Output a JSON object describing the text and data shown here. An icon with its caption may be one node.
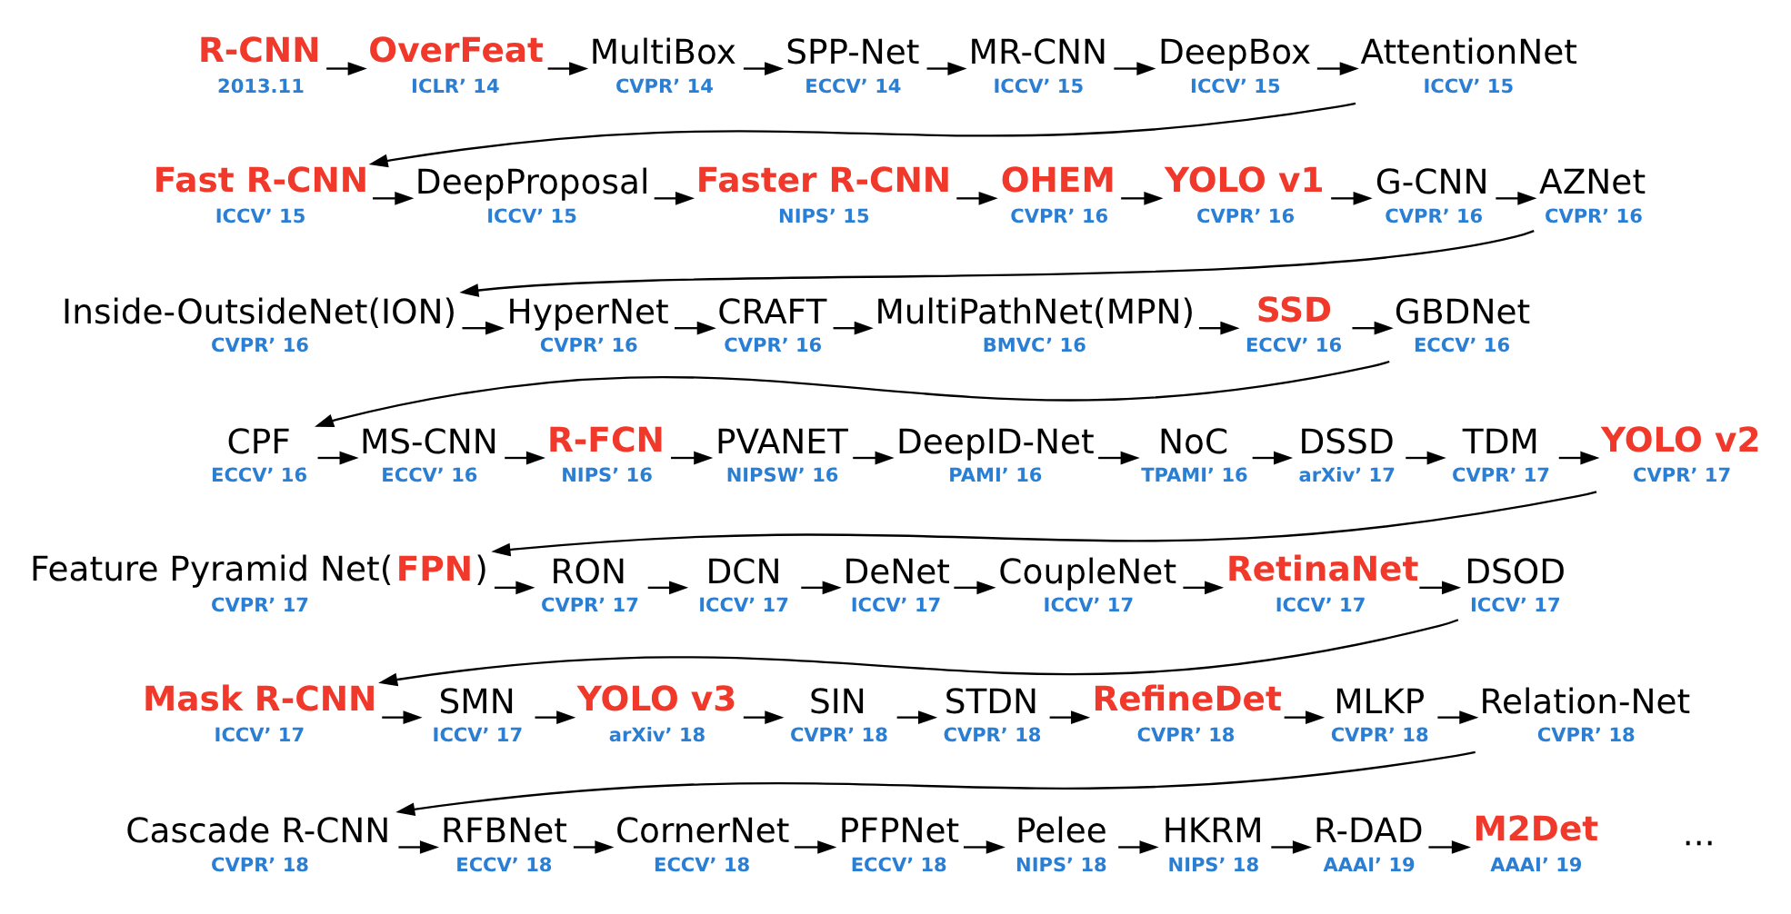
{
  "diagram": {
    "nodes": [
      {
        "text": [
          "R-CNN"
        ],
        "beside": [
          "2013.11"
        ]
      },
      {
        "text": [
          "OverFeat"
        ],
        "beside": [
          "ICLR’ 14"
        ]
      },
      {
        "text": [
          "MultiBox"
        ],
        "beside": [
          "CVPR’ 14"
        ]
      },
      {
        "text": [
          "SPP-Net"
        ],
        "beside": [
          "ECCV’ 14"
        ]
      },
      {
        "text": [
          "MR-CNN"
        ],
        "beside": [
          "ICCV’ 15"
        ]
      },
      {
        "text": [
          "DeepBox"
        ],
        "beside": [
          "ICCV’ 15"
        ]
      },
      {
        "text": [
          "AttentionNet"
        ],
        "beside": [
          "ICCV’ 15"
        ]
      },
      {
        "text": [
          "Fast R-CNN"
        ],
        "beside": [
          "ICCV’ 15"
        ]
      },
      {
        "text": [
          "DeepProposal"
        ],
        "beside": [
          "ICCV’ 15"
        ]
      },
      {
        "text": [
          "Faster R-CNN"
        ],
        "beside": [
          "NIPS’ 15"
        ]
      },
      {
        "text": [
          "OHEM"
        ],
        "beside": [
          "CVPR’ 16"
        ]
      },
      {
        "text": [
          "YOLO v1"
        ],
        "beside": [
          "CVPR’ 16"
        ]
      },
      {
        "text": [
          "G-CNN"
        ],
        "beside": [
          "CVPR’ 16"
        ]
      },
      {
        "text": [
          "AZNet"
        ],
        "beside": [
          "CVPR’ 16"
        ]
      },
      {
        "text": [
          "Inside-OutsideNet(ION)"
        ],
        "beside": [
          "CVPR’ 16"
        ]
      },
      {
        "text": [
          "HyperNet"
        ],
        "beside": [
          "CVPR’ 16"
        ]
      },
      {
        "text": [
          "CRAFT"
        ],
        "beside": [
          "CVPR’ 16"
        ]
      },
      {
        "text": [
          "MultiPathNet(MPN)"
        ],
        "beside": [
          "BMVC’ 16"
        ]
      },
      {
        "text": [
          "SSD"
        ],
        "beside": [
          "ECCV’ 16"
        ]
      },
      {
        "text": [
          "GBDNet"
        ],
        "beside": [
          "ECCV’ 16"
        ]
      },
      {
        "text": [
          "CPF"
        ],
        "beside": [
          "ECCV’ 16"
        ]
      },
      {
        "text": [
          "MS-CNN"
        ],
        "beside": [
          "ECCV’ 16"
        ]
      },
      {
        "text": [
          "R-FCN"
        ],
        "beside": [
          "NIPS’ 16"
        ]
      },
      {
        "text": [
          "PVANET"
        ],
        "beside": [
          "NIPSW’ 16"
        ]
      },
      {
        "text": [
          "DeepID-Net"
        ],
        "beside": [
          "PAMI’ 16"
        ]
      },
      {
        "text": [
          "NoC"
        ],
        "beside": [
          "TPAMI’ 16"
        ]
      },
      {
        "text": [
          "DSSD"
        ],
        "beside": [
          "arXiv’ 17"
        ]
      },
      {
        "text": [
          "TDM"
        ],
        "beside": [
          "CVPR’ 17"
        ]
      },
      {
        "text": [
          "YOLO v2"
        ],
        "beside": [
          "CVPR’ 17"
        ]
      },
      {
        "text": [
          "Feature Pyramid Net(FPN)"
        ],
        "beside": [
          "CVPR’ 17"
        ]
      },
      {
        "text": [
          "RON"
        ],
        "beside": [
          "CVPR’ 17"
        ]
      },
      {
        "text": [
          "DCN"
        ],
        "beside": [
          "ICCV’ 17"
        ]
      },
      {
        "text": [
          "DeNet"
        ],
        "beside": [
          "ICCV’ 17"
        ]
      },
      {
        "text": [
          "CoupleNet"
        ],
        "beside": [
          "ICCV’ 17"
        ]
      },
      {
        "text": [
          "RetinaNet"
        ],
        "beside": [
          "ICCV’ 17"
        ]
      },
      {
        "text": [
          "DSOD"
        ],
        "beside": [
          "ICCV’ 17"
        ]
      },
      {
        "text": [
          "Mask R-CNN"
        ],
        "beside": [
          "ICCV’ 17"
        ]
      },
      {
        "text": [
          "SMN"
        ],
        "beside": [
          "ICCV’ 17"
        ]
      },
      {
        "text": [
          "YOLO v3"
        ],
        "beside": [
          "arXiv’ 18"
        ]
      },
      {
        "text": [
          "SIN"
        ],
        "beside": [
          "CVPR’ 18"
        ]
      },
      {
        "text": [
          "STDN"
        ],
        "beside": [
          "CVPR’ 18"
        ]
      },
      {
        "text": [
          "RefineDet"
        ],
        "beside": [
          "CVPR’ 18"
        ]
      },
      {
        "text": [
          "MLKP"
        ],
        "beside": [
          "CVPR’ 18"
        ]
      },
      {
        "text": [
          "Relation-Net"
        ],
        "beside": [
          "CVPR’ 18"
        ]
      },
      {
        "text": [
          "Cascade R-CNN"
        ],
        "beside": [
          "CVPR’ 18"
        ]
      },
      {
        "text": [
          "RFBNet"
        ],
        "beside": [
          "ECCV’ 18"
        ]
      },
      {
        "text": [
          "CornerNet"
        ],
        "beside": [
          "ECCV’ 18"
        ]
      },
      {
        "text": [
          "PFPNet"
        ],
        "beside": [
          "ECCV’ 18"
        ]
      },
      {
        "text": [
          "Pelee"
        ],
        "beside": [
          "NIPS’ 18"
        ]
      },
      {
        "text": [
          "HKRM"
        ],
        "beside": [
          "NIPS’ 18"
        ]
      },
      {
        "text": [
          "R-DAD"
        ],
        "beside": [
          "AAAI’ 19"
        ]
      },
      {
        "text": [
          "M2Det"
        ],
        "beside": [
          "AAAI’ 19"
        ]
      }
    ],
    "edges": [
      {
        "from": 0,
        "to": 1,
        "arrow": "to"
      },
      {
        "from": 1,
        "to": 2,
        "arrow": "to"
      },
      {
        "from": 2,
        "to": 3,
        "arrow": "to"
      },
      {
        "from": 3,
        "to": 4,
        "arrow": "to"
      },
      {
        "from": 4,
        "to": 5,
        "arrow": "to"
      },
      {
        "from": 5,
        "to": 6,
        "arrow": "to"
      },
      {
        "from": 6,
        "to": 7,
        "arrow": "to"
      },
      {
        "from": 7,
        "to": 8,
        "arrow": "to"
      },
      {
        "from": 8,
        "to": 9,
        "arrow": "to"
      },
      {
        "from": 9,
        "to": 10,
        "arrow": "to"
      },
      {
        "from": 10,
        "to": 11,
        "arrow": "to"
      },
      {
        "from": 11,
        "to": 12,
        "arrow": "to"
      },
      {
        "from": 12,
        "to": 13,
        "arrow": "to"
      },
      {
        "from": 13,
        "to": 14,
        "arrow": "to"
      },
      {
        "from": 14,
        "to": 15,
        "arrow": "to"
      },
      {
        "from": 15,
        "to": 16,
        "arrow": "to"
      },
      {
        "from": 16,
        "to": 17,
        "arrow": "to"
      },
      {
        "from": 17,
        "to": 18,
        "arrow": "to"
      },
      {
        "from": 18,
        "to": 19,
        "arrow": "to"
      },
      {
        "from": 19,
        "to": 20,
        "arrow": "to"
      },
      {
        "from": 20,
        "to": 21,
        "arrow": "to"
      },
      {
        "from": 21,
        "to": 22,
        "arrow": "to"
      },
      {
        "from": 22,
        "to": 23,
        "arrow": "to"
      },
      {
        "from": 23,
        "to": 24,
        "arrow": "to"
      },
      {
        "from": 24,
        "to": 25,
        "arrow": "to"
      },
      {
        "from": 25,
        "to": 26,
        "arrow": "to"
      },
      {
        "from": 26,
        "to": 27,
        "arrow": "to"
      },
      {
        "from": 27,
        "to": 28,
        "arrow": "to"
      },
      {
        "from": 28,
        "to": 29,
        "arrow": "to"
      },
      {
        "from": 29,
        "to": 30,
        "arrow": "to"
      },
      {
        "from": 30,
        "to": 31,
        "arrow": "to"
      },
      {
        "from": 31,
        "to": 32,
        "arrow": "to"
      },
      {
        "from": 32,
        "to": 33,
        "arrow": "to"
      },
      {
        "from": 33,
        "to": 34,
        "arrow": "to"
      },
      {
        "from": 34,
        "to": 35,
        "arrow": "to"
      },
      {
        "from": 35,
        "to": 36,
        "arrow": "to"
      },
      {
        "from": 36,
        "to": 37,
        "arrow": "to"
      },
      {
        "from": 37,
        "to": 38,
        "arrow": "to"
      },
      {
        "from": 38,
        "to": 39,
        "arrow": "to"
      },
      {
        "from": 39,
        "to": 40,
        "arrow": "to"
      },
      {
        "from": 40,
        "to": 41,
        "arrow": "to"
      },
      {
        "from": 41,
        "to": 42,
        "arrow": "to"
      },
      {
        "from": 42,
        "to": 43,
        "arrow": "to"
      },
      {
        "from": 43,
        "to": 44,
        "arrow": "to"
      },
      {
        "from": 44,
        "to": 45,
        "arrow": "to"
      },
      {
        "from": 45,
        "to": 46,
        "arrow": "to"
      },
      {
        "from": 46,
        "to": 47,
        "arrow": "to"
      },
      {
        "from": 47,
        "to": 48,
        "arrow": "to"
      },
      {
        "from": 48,
        "to": 49,
        "arrow": "to"
      },
      {
        "from": 49,
        "to": 50,
        "arrow": "to"
      },
      {
        "from": 50,
        "to": 51,
        "arrow": "to"
      }
    ],
    "labels": [
      "···"
    ]
  }
}
